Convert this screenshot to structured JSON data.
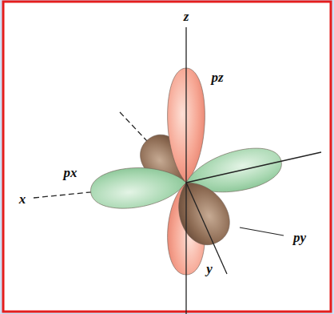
{
  "diagram": {
    "labels": [
      "z",
      "pz",
      "px",
      "x",
      "py",
      "y"
    ]
  }
}
